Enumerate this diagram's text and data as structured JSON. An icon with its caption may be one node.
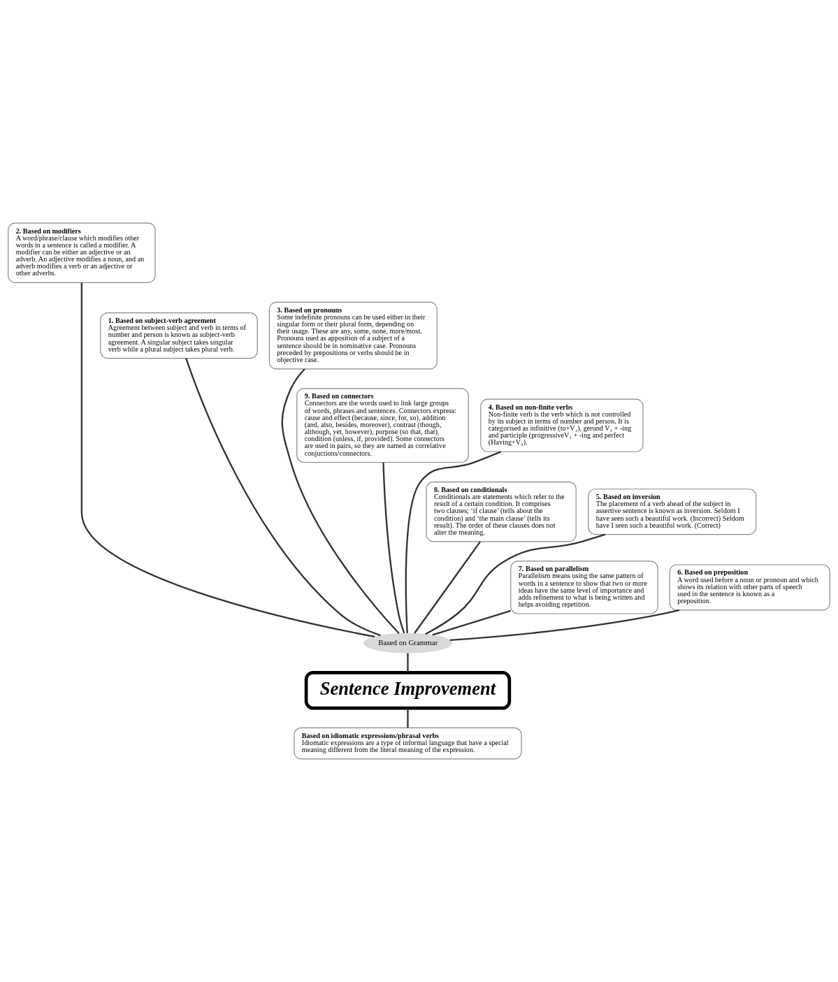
{
  "diagram": {
    "nodes": [
      {
        "text": [
          "2. Based on modifiers",
          "A word/phrase/clause which modifies other words in a sentence is called a modifier. A modifier can be either an adjective or an adverb. An adjective modifies a noun, and an adverb modifies a verb or an adjective or other adverbs."
        ]
      },
      {
        "text": [
          "1. Based on subject-verb agreement",
          "Agreement between subject and verb in terms of number and person is known as subject-verb agreement. A singular subject takes singular verb while a plural subject takes plural verb."
        ]
      },
      {
        "text": [
          "3. Based on pronouns",
          "Some indefinite pronouns can be used either in their singular form or their plural form, depending on their usage. These are any, some, none, more/most. Pronouns used as apposition of a subject of a sentence should be in nominative case. Pronouns preceded by prepositions or verbs should be in objective case."
        ]
      },
      {
        "text": [
          "9. Based on connectors",
          "Connectors are the words used to link large groups of words, phrases and sentences. Connectors express: cause and effect (because, since, for, so), addition (and, also, besides, moreover), contrast (though, although, yet, however), purpose (so that, that), condition (unless, if, provided). Some connectors are used in pairs, so they are named as correlative conjuctions/connectors."
        ]
      },
      {
        "text": [
          "4. Based on non-finite verbs",
          "Non-finite verb is the verb which is not controlled by its subject in terms of number and person. It is categorised as infinitive (to+V₁), gerund V₁ + -ing and participle (progressiveV₁ + -ing and perfect (Having+V₃)."
        ]
      },
      {
        "text": [
          "8. Based on conditionals",
          "Conditionals are statements which refer to the result of a certain condition. It comprises two clauses; ‘if clause’ (tells about the condition) and ‘the main clause’ (tells its result). The order of these clauses does not alter the meaning."
        ]
      },
      {
        "text": [
          "5. Based on inversion",
          "The placement of a verb ahead of the subject in assertive sentence is known as inversion. Seldom I have seen such a beautiful work. (Incorrect) Seldom have I seen such a beautiful work. (Correct)"
        ]
      },
      {
        "text": [
          "7. Based on parallelism",
          "Parallelism means using the same pattern of words in a sentence to show that two or more ideas have the same level of importance and adds refinement to what is being written and helps avoiding repetition."
        ]
      },
      {
        "text": [
          "6. Based on preposition",
          "A word used before a noun or pronoun and which shows its relation with other parts of speech used in the sentence is known as a preposition."
        ]
      },
      {
        "text": [
          "Based on Grammar"
        ]
      },
      {
        "text": [
          "Sentence Improvement"
        ]
      },
      {
        "text": [
          "Based on idiomatic expressions/phrasal verbs",
          "Idiomatic expressions are a type of informal language that have a special meaning different from the literal meaning of the expression."
        ]
      }
    ],
    "edges": [
      {
        "from": 9,
        "to": 0,
        "arrow": "none"
      },
      {
        "from": 9,
        "to": 1,
        "arrow": "none"
      },
      {
        "from": 9,
        "to": 2,
        "arrow": "none"
      },
      {
        "from": 9,
        "to": 3,
        "arrow": "none"
      },
      {
        "from": 9,
        "to": 4,
        "arrow": "none"
      },
      {
        "from": 9,
        "to": 5,
        "arrow": "none"
      },
      {
        "from": 9,
        "to": 6,
        "arrow": "none"
      },
      {
        "from": 9,
        "to": 7,
        "arrow": "none"
      },
      {
        "from": 9,
        "to": 8,
        "arrow": "none"
      },
      {
        "from": 10,
        "to": 9,
        "arrow": "none"
      },
      {
        "from": 11,
        "to": 10,
        "arrow": "none"
      }
    ]
  }
}
